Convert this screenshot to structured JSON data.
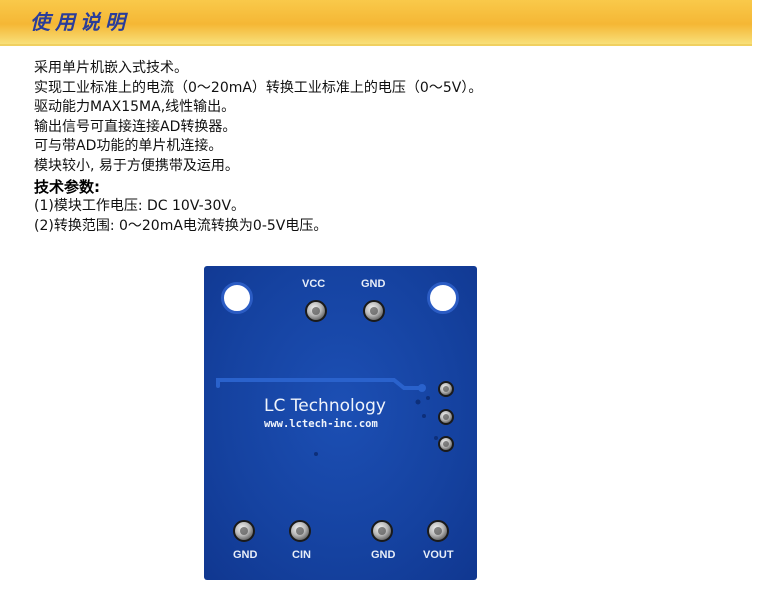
{
  "header": {
    "title": "使用说明"
  },
  "description": [
    "采用单片机嵌入式技术。",
    "实现工业标准上的电流（0～20mA）转换工业标准上的电压（0～5V）。",
    "驱动能力MAX15MA,线性输出。",
    "输出信号可直接连接AD转换器。",
    "可与带AD功能的单片机连接。",
    "模块较小, 易于方便携带及运用。"
  ],
  "params": {
    "heading": "技术参数:",
    "items": [
      "(1)模块工作电压: DC 10V-30V。",
      "(2)转换范围: 0～20mA电流转换为0-5V电压。"
    ]
  },
  "board": {
    "brand": "LC Technology",
    "website": "www.lctech-inc.com",
    "top_pins": [
      "VCC",
      "GND"
    ],
    "bottom_pins": [
      "GND",
      "CIN",
      "GND",
      "VOUT"
    ],
    "colors": {
      "pcb": "#1542a0",
      "silkscreen": "#f0f4fb",
      "header": "#f5b735"
    }
  }
}
